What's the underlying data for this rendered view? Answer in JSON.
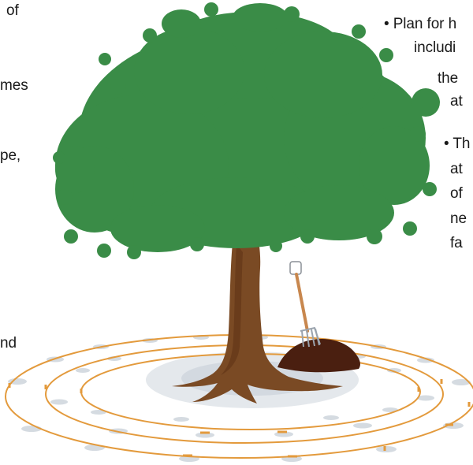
{
  "left_text_fragments": [
    "of",
    "mes",
    "pe,",
    "nd"
  ],
  "right_text_top_lines": [
    "• Plan for h",
    "includi",
    "the",
    "at"
  ],
  "right_text_bottom_lines": [
    "• Th",
    "at",
    "of",
    "ne",
    "fa"
  ],
  "colors": {
    "foliage": "#3a8c47",
    "trunk": "#7a4a24",
    "trunk_shadow": "#5c3417",
    "soil": "#4a1f10",
    "ring": "#e39a3c",
    "stake": "#e39a3c",
    "ground_shadow": "#d8dde3"
  }
}
